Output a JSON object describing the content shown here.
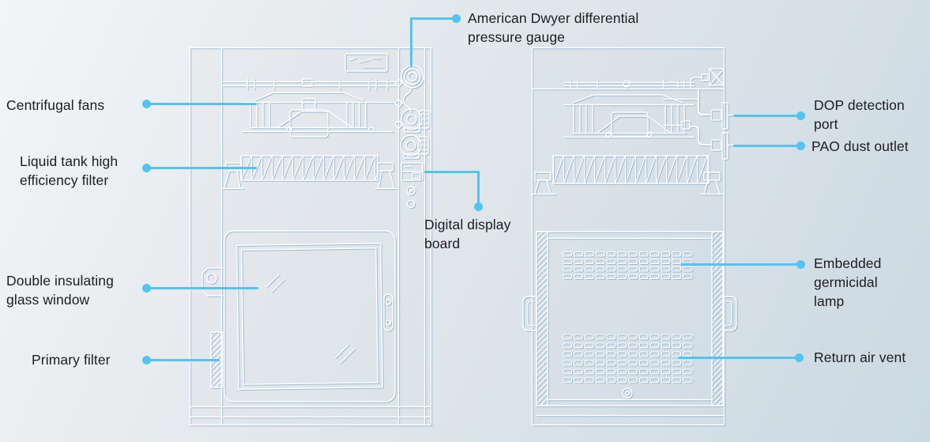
{
  "diagram": {
    "subject": "air purification equipment technical diagram",
    "views": {
      "left": "front section view",
      "right": "rear section view"
    }
  },
  "colors": {
    "callout_line": "#53c4ef",
    "label_text": "#1d1d1f",
    "drawing_line": "#ffffff",
    "background_top": "#f3f5f6",
    "background_bottom": "#cbd9e3"
  },
  "callouts": {
    "pressure_gauge": {
      "text": "American Dwyer differential pressure gauge"
    },
    "centrifugal_fans": {
      "text": "Centrifugal fans"
    },
    "liquid_tank_filter": {
      "text": "Liquid tank high efficiency filter"
    },
    "digital_display_board": {
      "text": "Digital display board"
    },
    "double_glass_window": {
      "text": "Double insulating glass window"
    },
    "primary_filter": {
      "text": "Primary filter"
    },
    "dop_detection_port": {
      "text": "DOP detection port"
    },
    "pao_dust_outlet": {
      "text": "PAO dust outlet"
    },
    "embedded_germicidal_lamp": {
      "text": "Embedded germicidal lamp"
    },
    "return_air_vent": {
      "text": "Return air vent"
    }
  }
}
